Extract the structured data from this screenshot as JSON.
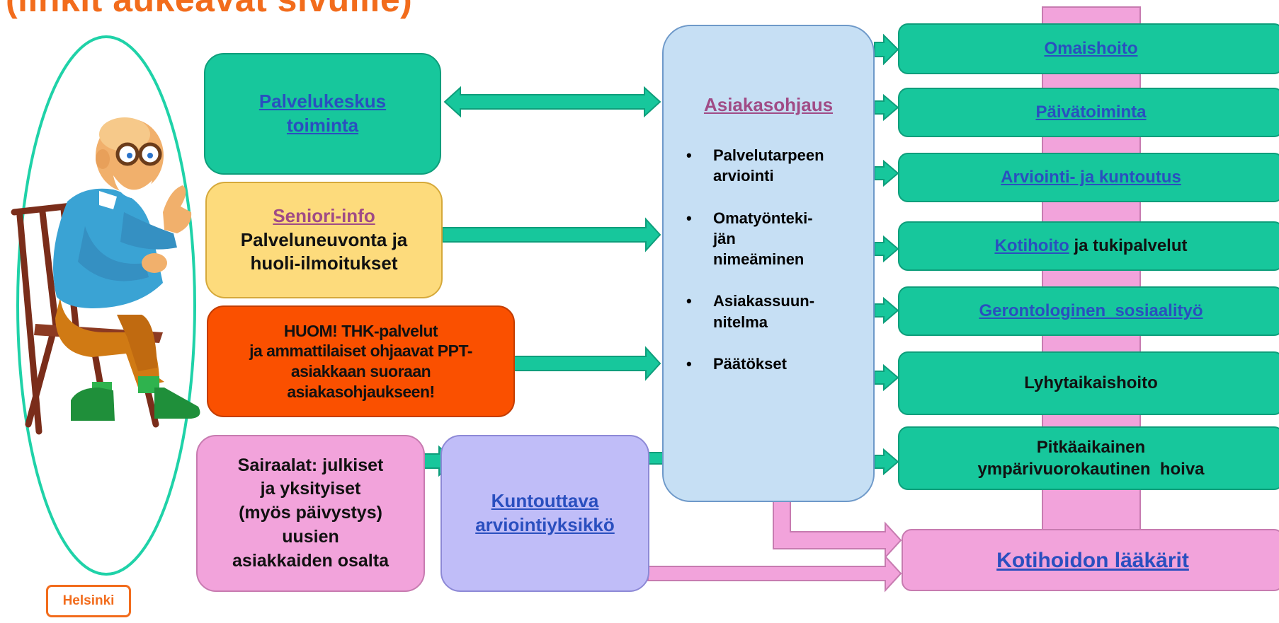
{
  "title": "(linkit aukeavat sivuille)",
  "left_boxes": {
    "palvelukeskus": [
      "Palvelukeskus",
      "toiminta"
    ],
    "seniori_info": {
      "link": "Seniori-info",
      "lines": [
        "Palveluneuvonta ja",
        "huoli-ilmoitukset"
      ]
    },
    "huom": [
      "HUOM! THK-palvelut",
      "ja ammattilaiset ohjaavat PPT-",
      "asiakkaan suoraan",
      "asiakasohjaukseen!"
    ],
    "sairaalat": [
      "Sairaalat: julkiset",
      "ja yksityiset",
      "(myös päivystys)",
      "uusien",
      "asiakkaiden osalta"
    ],
    "kuntouttava": [
      "Kuntouttava",
      "arviointiyksikkö"
    ]
  },
  "center": {
    "title": "Asiakasohjaus",
    "bullet_char": "•",
    "items": [
      [
        "Palvelutarpeen",
        "arviointi"
      ],
      [
        "Omatyönteki-",
        "jän",
        "nimeäminen"
      ],
      [
        "Asiakassuun-",
        "nitelma"
      ],
      [
        "Päätökset"
      ]
    ]
  },
  "right_boxes": {
    "omaishoito": "Omaishoito",
    "paivatoiminta": "Päivätoiminta",
    "arviointi": "Arviointi- ja kuntoutus",
    "kotihoito_link": "Kotihoito",
    "kotihoito_rest": " ja tukipalvelut",
    "gerontologinen": "Gerontologinen  sosiaalityö",
    "lyhytaikais": "Lyhytaikaishoito",
    "pitkaaikainen": [
      "Pitkäaikainen",
      "ympärivuorokautinen  hoiva"
    ],
    "laakarit": "Kotihoidon lääkärit"
  },
  "logo": "Helsinki",
  "colors": {
    "title": "#f26c1c",
    "teal": "#17c79c",
    "seniori_yellow": "#fddb7c",
    "huom_orange": "#fa5000",
    "sairaalat_pink": "#f2a3db",
    "kuntouttava_lavender": "#c0bdf8",
    "center_blue": "#c6dff4",
    "link_blue": "#2a4fbf"
  }
}
